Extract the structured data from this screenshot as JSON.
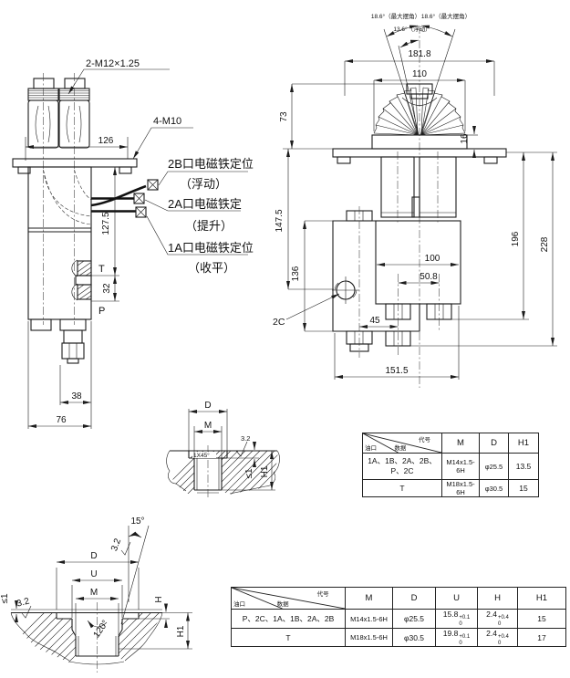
{
  "left_view": {
    "thread_callout": "2-M12×1.25",
    "bolt_callout": "4-M10",
    "ports": {
      "t": "T",
      "p": "P"
    },
    "dims": {
      "top_width": "126",
      "port_height": "127.5",
      "port_spacing": "32",
      "stud_offset": "38",
      "bottom_width": "76"
    },
    "solenoid_labels": {
      "b2": "2B口电磁铁定位",
      "b2_note": "（浮动）",
      "a2": "2A口电磁铁定",
      "a2_note": "（提升）",
      "a1": "1A口电磁铁定位",
      "a1_note": "（收平）"
    }
  },
  "front_view": {
    "angles": {
      "left": "18.6°（最大摆角）",
      "mid": "13.6°（浮动）",
      "right": "18.6°（最大摆角）"
    },
    "port_label": "2C",
    "dims": {
      "swing_width": "181.8",
      "boot_width": "110",
      "boot_height": "73",
      "base_height": "16",
      "upper_height": "147.5",
      "left_block_height": "136",
      "body_width": "100",
      "stud_spacing": "50.8",
      "stud_offset": "45",
      "overall_width": "151.5",
      "height_to_studs": "196",
      "overall_height": "228"
    }
  },
  "detail_a": {
    "d": "D",
    "m": "M",
    "finish": "3.2",
    "flatness": "≤1",
    "h1": "H1",
    "chamfer": "1X45°"
  },
  "detail_b": {
    "angle": "15°",
    "finish_top": "3.2",
    "finish_left": "3.2",
    "flatness": "≤1",
    "d": "D",
    "u": "U",
    "m": "M",
    "h": "H",
    "h1": "H1",
    "cone_angle": "120°"
  },
  "table1": {
    "corner": {
      "top": "代号",
      "mid": "数据",
      "bottom": "油口"
    },
    "cols": [
      "M",
      "D",
      "H1"
    ],
    "rows": [
      {
        "port": "1A、1B、2A、2B、\nP、2C",
        "m": "M14x1.5-6H",
        "d": "φ25.5",
        "h1": "13.5"
      },
      {
        "port": "T",
        "m": "M18x1.5-6H",
        "d": "φ30.5",
        "h1": "15"
      }
    ]
  },
  "table2": {
    "corner": {
      "top": "代号",
      "mid": "数据",
      "bottom": "油口"
    },
    "cols": [
      "M",
      "D",
      "U",
      "H",
      "H1"
    ],
    "rows": [
      {
        "port": "P、2C、1A、1B、2A、2B",
        "m": "M14x1.5-6H",
        "d": "φ25.5",
        "u": "15.8",
        "u_up": "+0.1",
        "u_dn": "0",
        "h": "2.4",
        "h_up": "+0.4",
        "h_dn": "0",
        "h1": "15"
      },
      {
        "port": "T",
        "m": "M18x1.5-6H",
        "d": "φ30.5",
        "u": "19.8",
        "u_up": "+0.1",
        "u_dn": "0",
        "h": "2.4",
        "h_up": "+0.4",
        "h_dn": "0",
        "h1": "17"
      }
    ]
  }
}
